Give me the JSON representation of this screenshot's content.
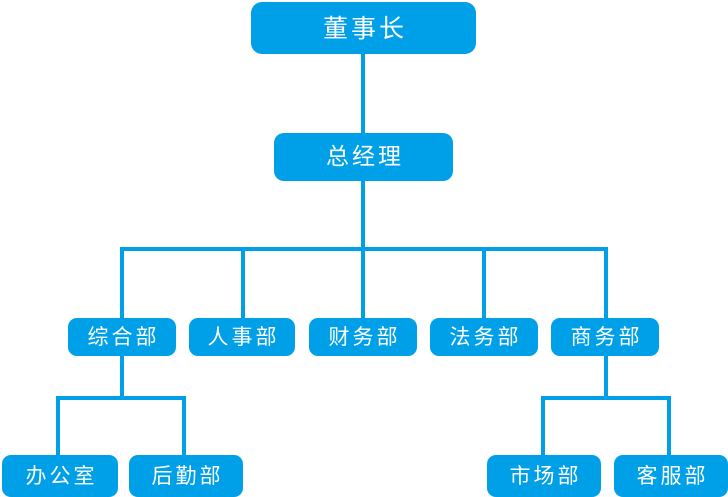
{
  "chart": {
    "type": "org-chart",
    "title": "",
    "accent_color": "#00a0e9",
    "text_color": "#ffffff",
    "background_color": "#ffffff",
    "levels": [
      {
        "level": 1,
        "nodes": [
          {
            "id": "chairman",
            "label": "董事长"
          }
        ]
      },
      {
        "level": 2,
        "nodes": [
          {
            "id": "general-manager",
            "label": "总经理",
            "parent": "chairman"
          }
        ]
      },
      {
        "level": 3,
        "nodes": [
          {
            "id": "general-affairs",
            "label": "综合部",
            "parent": "general-manager"
          },
          {
            "id": "human-resources",
            "label": "人事部",
            "parent": "general-manager"
          },
          {
            "id": "finance",
            "label": "财务部",
            "parent": "general-manager"
          },
          {
            "id": "legal-affairs",
            "label": "法务部",
            "parent": "general-manager"
          },
          {
            "id": "business",
            "label": "商务部",
            "parent": "general-manager"
          }
        ]
      },
      {
        "level": 4,
        "nodes": [
          {
            "id": "office",
            "label": "办公室",
            "parent": "general-affairs"
          },
          {
            "id": "logistics",
            "label": "后勤部",
            "parent": "general-affairs"
          },
          {
            "id": "marketing",
            "label": "市场部",
            "parent": "business"
          },
          {
            "id": "customer-service",
            "label": "客服部",
            "parent": "business"
          }
        ]
      }
    ]
  }
}
